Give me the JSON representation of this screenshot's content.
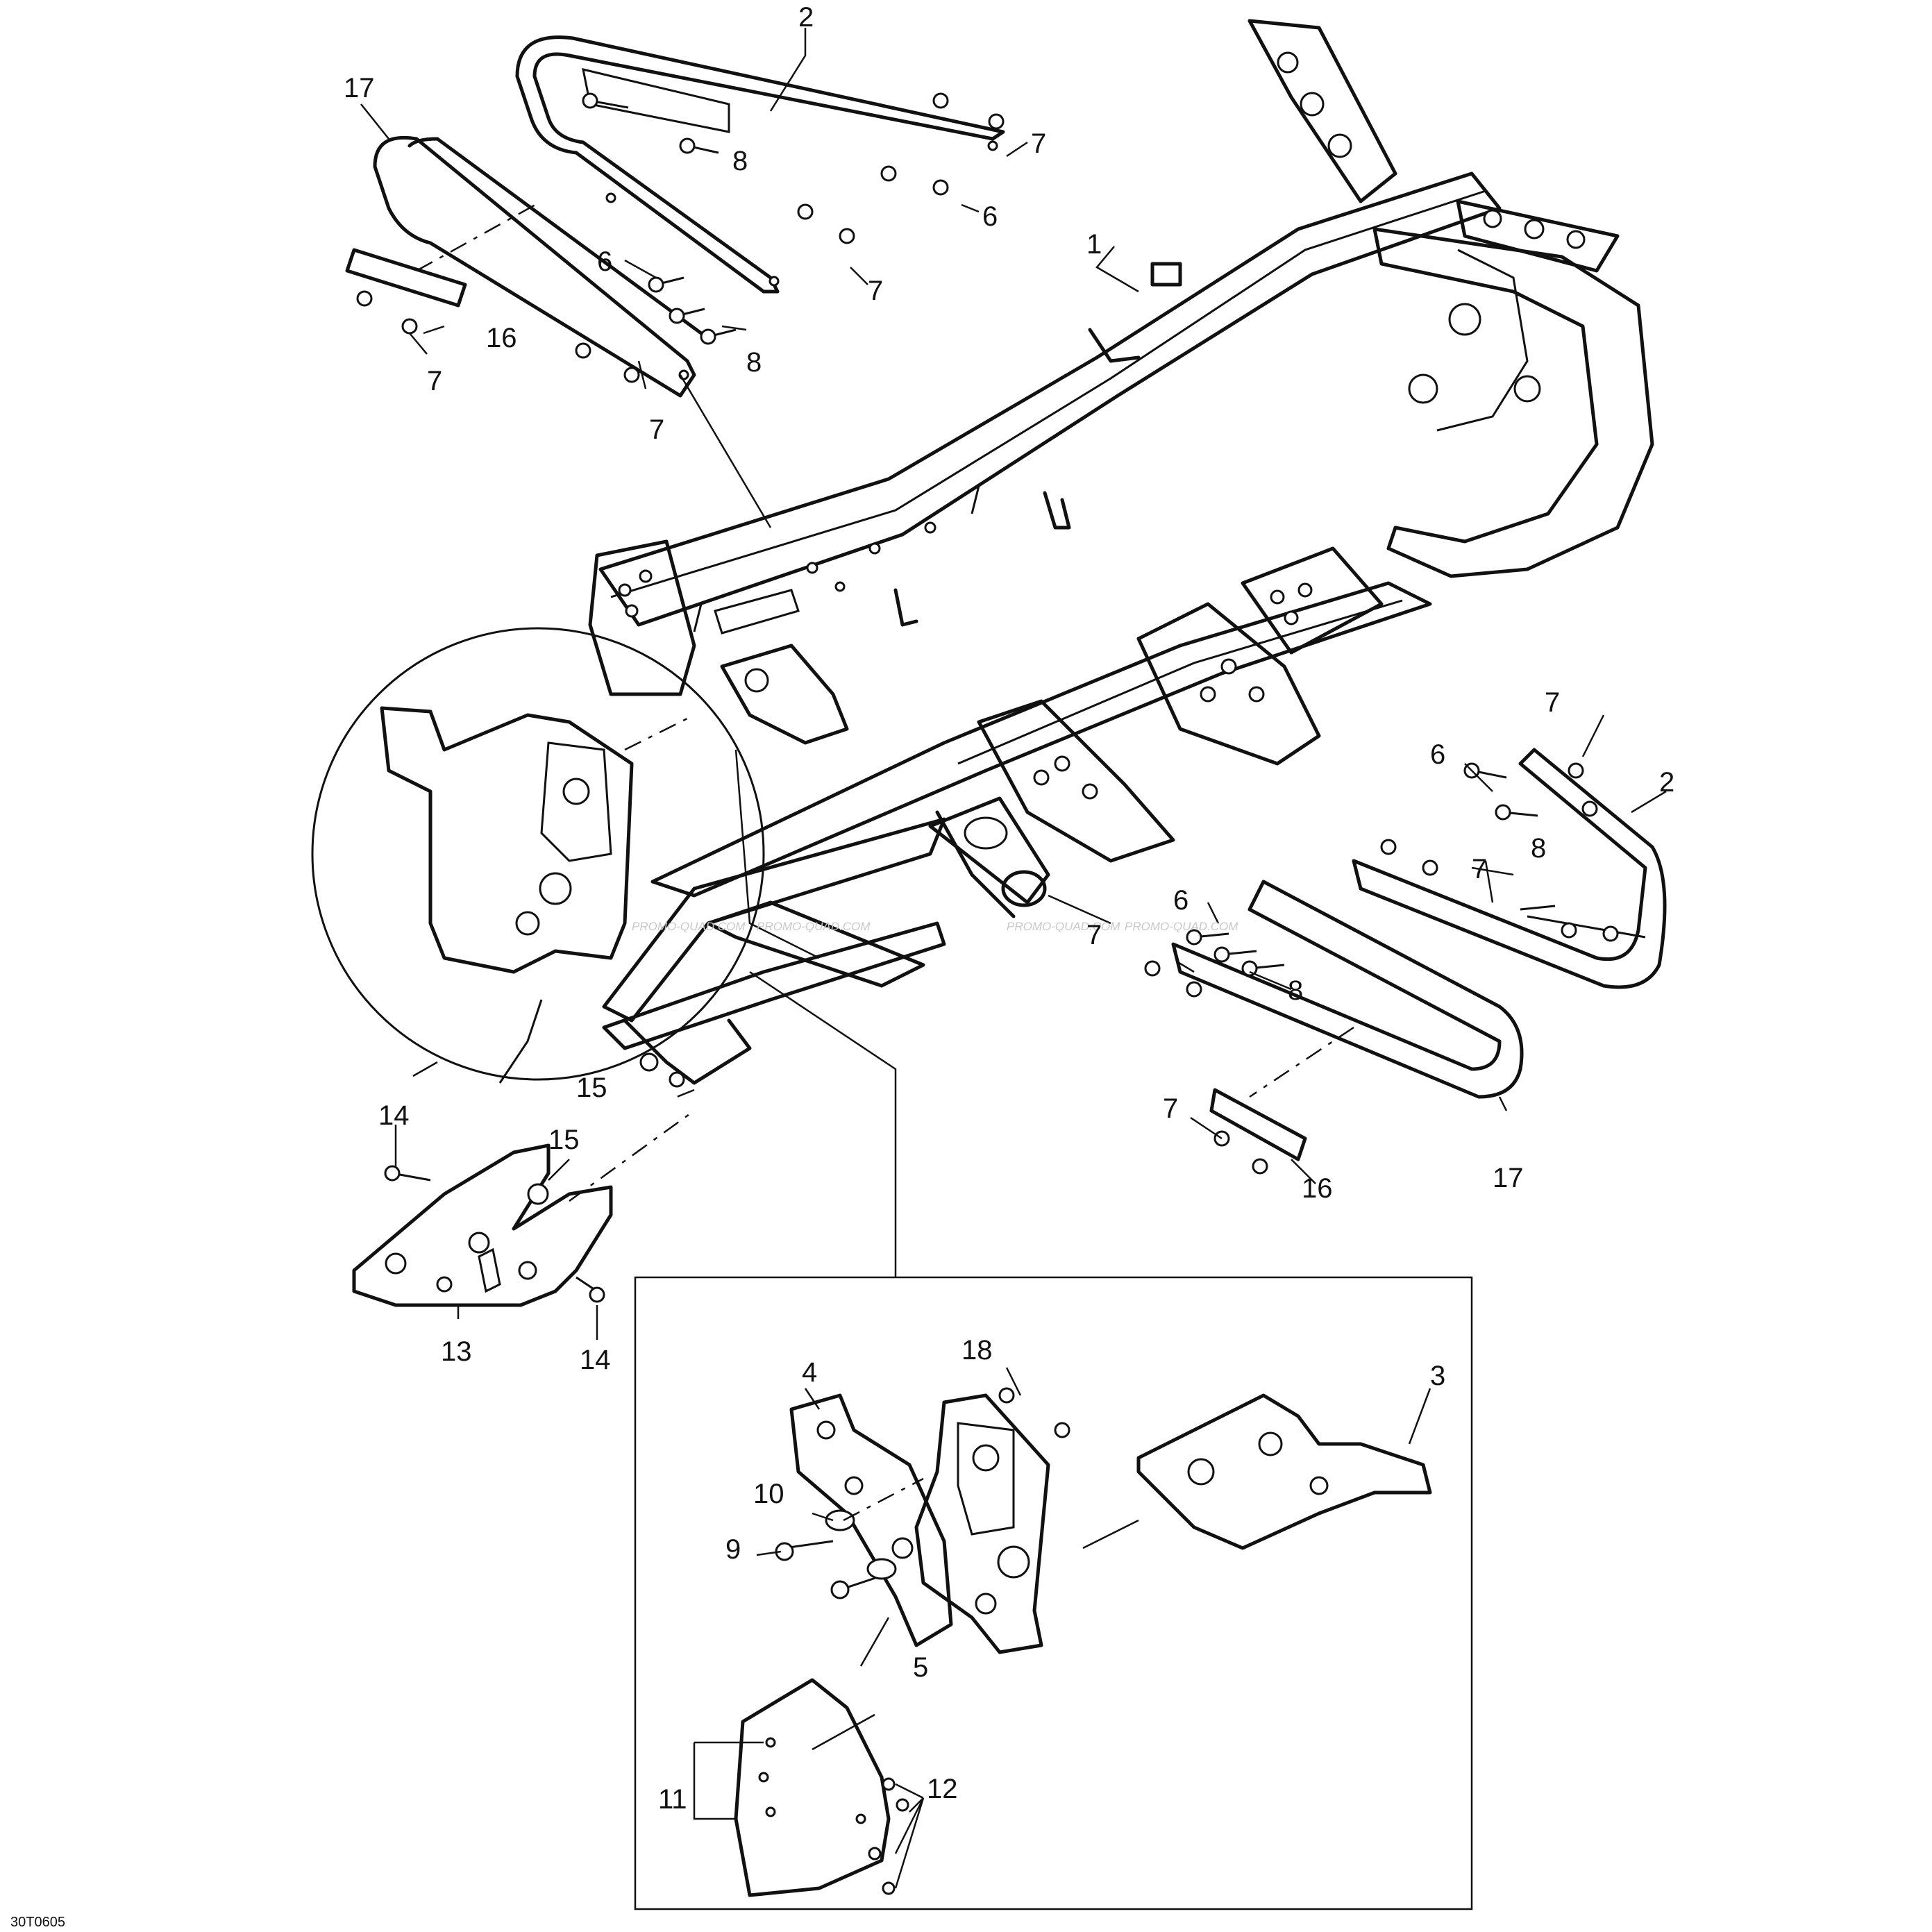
{
  "diagram": {
    "reference_code": "30T0605",
    "watermark": "PROMO-QUAD.COM",
    "callouts": {
      "c1": "1",
      "c2": "2",
      "c3": "3",
      "c4": "4",
      "c5": "5",
      "c6": "6",
      "c7": "7",
      "c8": "8",
      "c9": "9",
      "c10": "10",
      "c11": "11",
      "c12": "12",
      "c13": "13",
      "c14": "14",
      "c15": "15",
      "c16": "16",
      "c17": "17",
      "c18": "18"
    }
  }
}
